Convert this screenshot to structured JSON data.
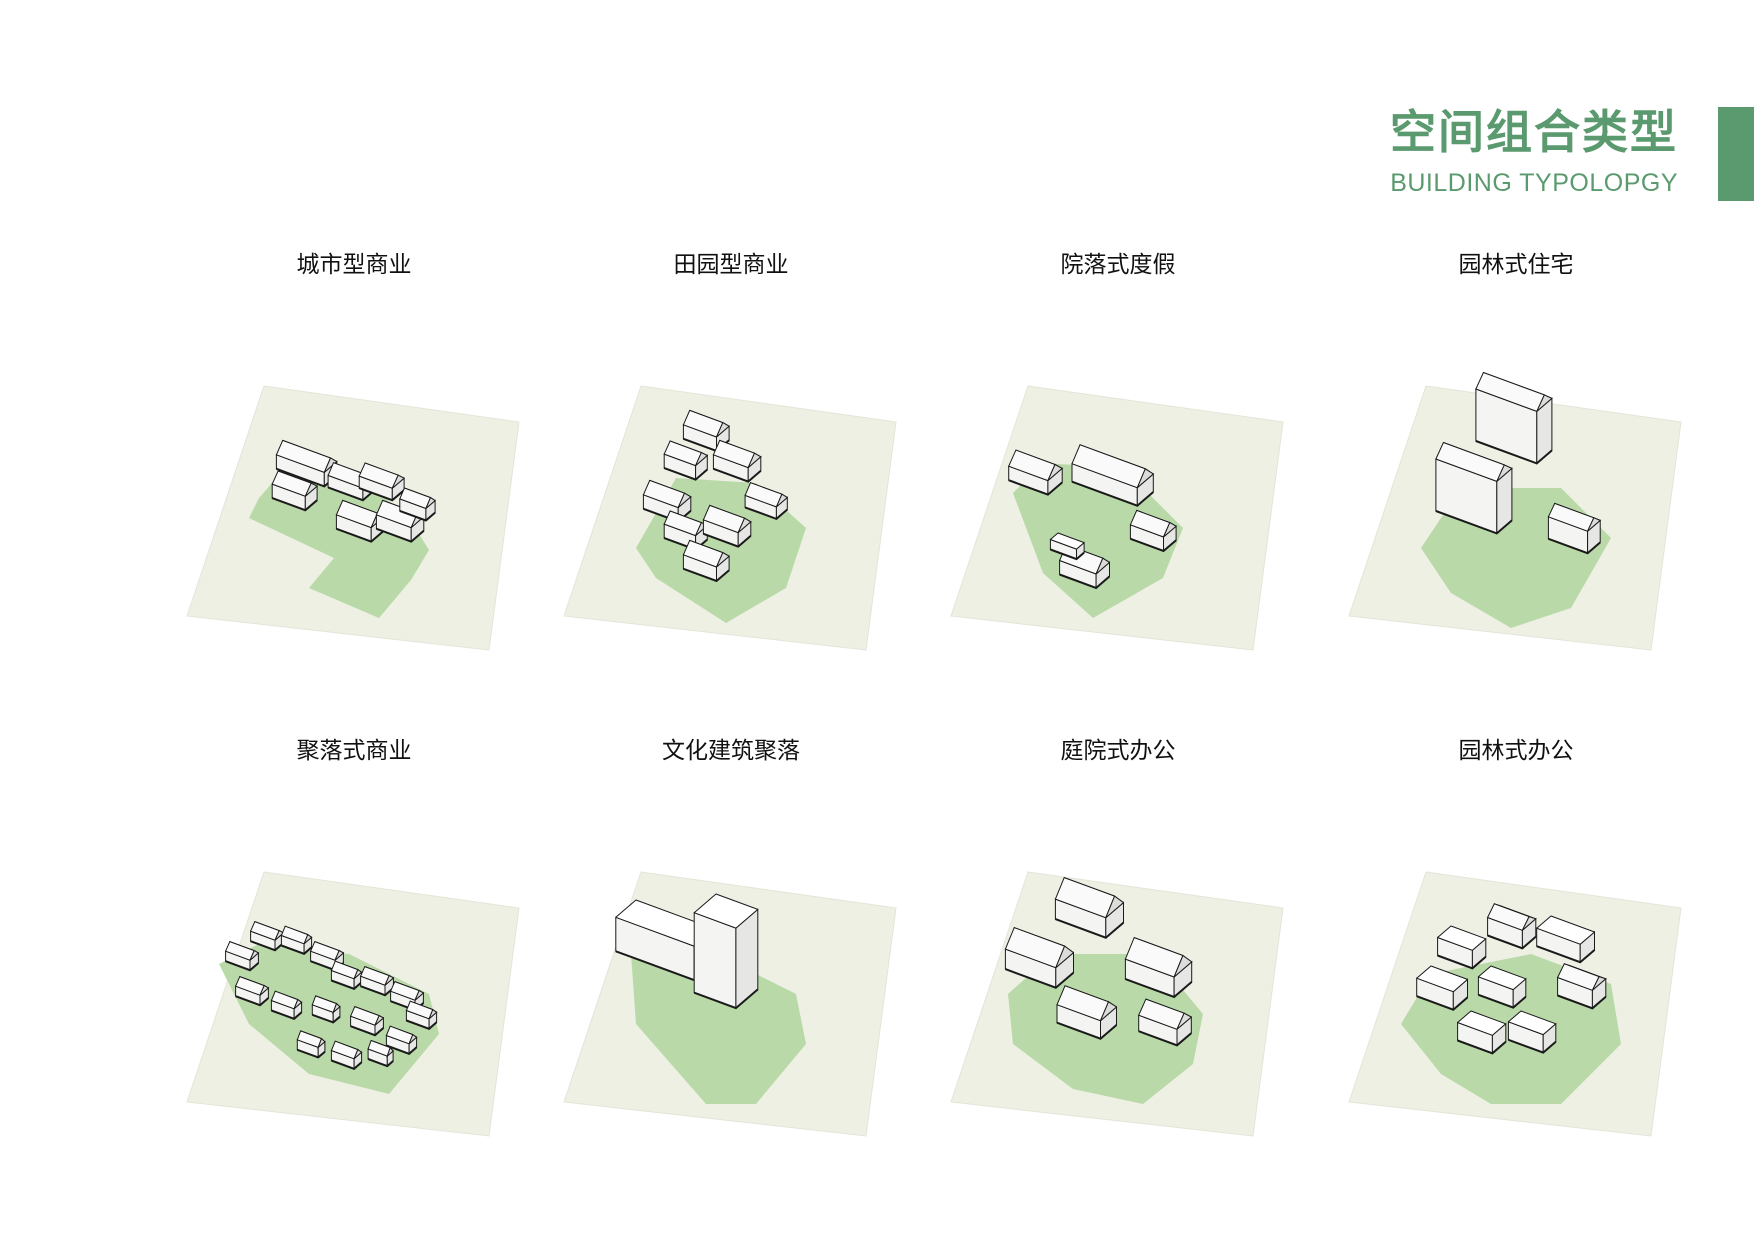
{
  "header": {
    "title_cn": "空间组合类型",
    "title_en": "BUILDING TYPOLOPGY"
  },
  "colors": {
    "accent": "#5a9a6e",
    "site": "#eef0e4",
    "green": "#b9d9a8",
    "building": "#ffffff",
    "outline": "#1a1a1a"
  },
  "typologies": [
    {
      "label": "城市型商业",
      "icon": "urban-commercial-model"
    },
    {
      "label": "田园型商业",
      "icon": "pastoral-commercial-model"
    },
    {
      "label": "院落式度假",
      "icon": "courtyard-resort-model"
    },
    {
      "label": "园林式住宅",
      "icon": "garden-residential-model"
    },
    {
      "label": "聚落式商业",
      "icon": "settlement-commercial-model"
    },
    {
      "label": "文化建筑聚落",
      "icon": "cultural-building-cluster-model"
    },
    {
      "label": "庭院式办公",
      "icon": "courtyard-office-model"
    },
    {
      "label": "园林式办公",
      "icon": "garden-office-model"
    }
  ]
}
